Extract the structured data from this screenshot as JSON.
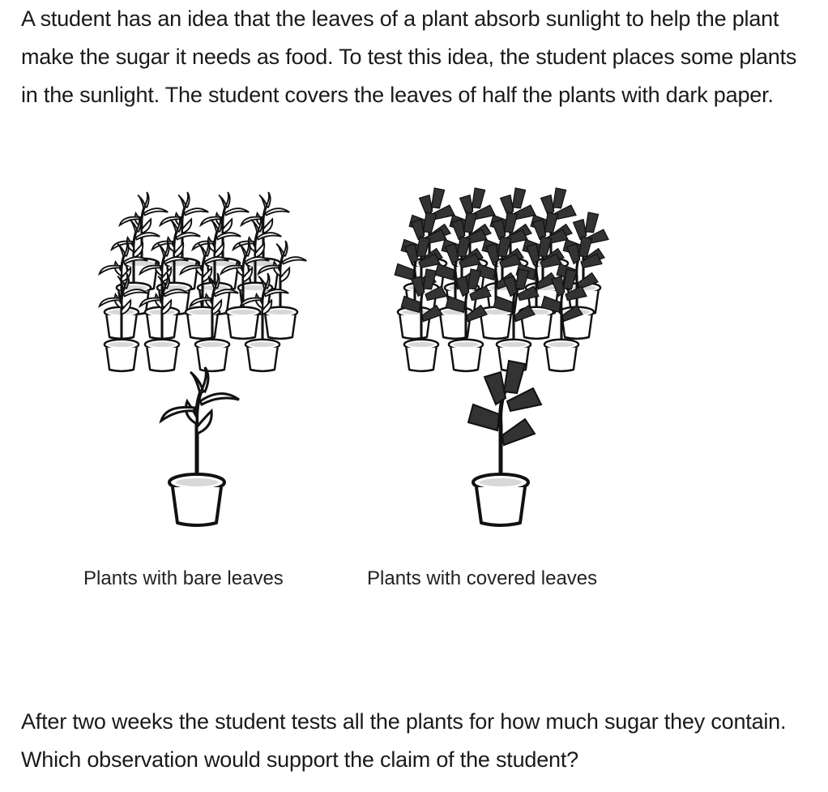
{
  "question": {
    "intro": "A student has an idea that the leaves of a plant absorb sunlight to help the plant make the sugar it needs as food. To test this idea, the student places some plants in the sunlight. The student covers the leaves of half the plants with dark paper.",
    "followup": "After two weeks the student tests all the plants for how much sugar they contain. Which observation would support the claim of the student?"
  },
  "figure": {
    "caption_bare": "Plants with bare leaves",
    "caption_covered": "Plants with covered leaves",
    "icons": [
      "potted-plant-bare-leaves",
      "potted-plant-covered-leaves"
    ]
  }
}
